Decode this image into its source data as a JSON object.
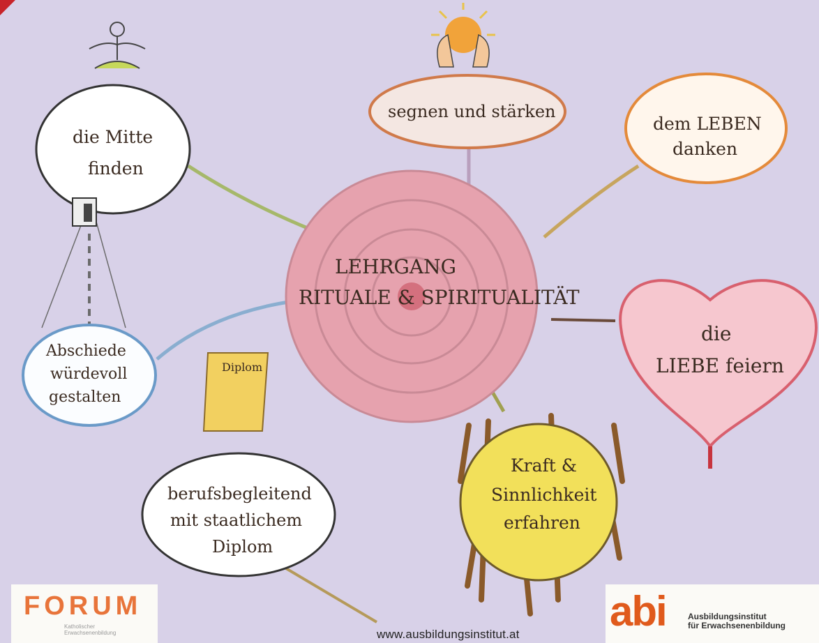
{
  "center": {
    "line1": "LEHRGANG",
    "line2": "RITUALE & SPIRITUALITÄT"
  },
  "nodes": {
    "mitte": [
      "die Mitte",
      "finden"
    ],
    "segnen": [
      "segnen und stärken"
    ],
    "leben": [
      "dem LEBEN",
      "danken"
    ],
    "liebe": [
      "die",
      "LIEBE feiern"
    ],
    "kraft": [
      "Kraft &",
      "Sinnlichkeit",
      "erfahren"
    ],
    "beruf": [
      "berufsbegleitend",
      "mit staatlichem",
      "Diplom"
    ],
    "abschied": [
      "Abschiede",
      "würdevoll",
      "gestalten"
    ],
    "diplom_paper": "Diplom"
  },
  "footer": {
    "url": "www.ausbildungsinstitut.at"
  },
  "logos": {
    "forum_name": "FORUM",
    "forum_sub": "Katholischer Erwachsenenbildung",
    "abi_mark": "abi",
    "abi_line1": "Ausbildungsinstitut",
    "abi_line2": "für Erwachsenenbildung"
  },
  "colors": {
    "background": "#d8d1e8",
    "spiral": "#e6a2ae",
    "liebe": "#e07a86",
    "kraft": "#f2e05a",
    "diploma": "#f2d060"
  },
  "icons": [
    "meditating-person-icon",
    "blessing-hands-sun-icon",
    "people-circle-icon",
    "lantern-icon"
  ]
}
